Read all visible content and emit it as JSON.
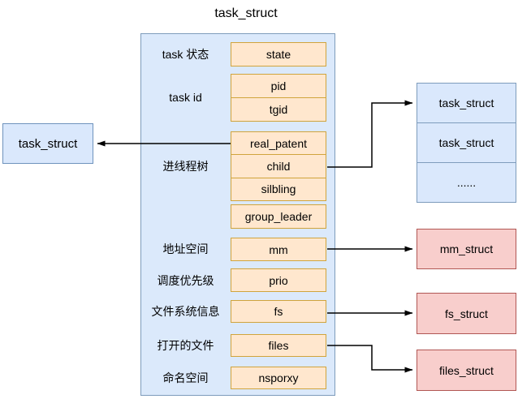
{
  "title": "task_struct",
  "left_node": {
    "label": "task_struct"
  },
  "main": {
    "rows": [
      {
        "label": "task 状态",
        "fields": [
          "state"
        ]
      },
      {
        "label": "task id",
        "fields": [
          "pid",
          "tgid"
        ]
      },
      {
        "label": "进线程树",
        "fields": [
          "real_patent",
          "child",
          "silbling",
          "group_leader"
        ]
      },
      {
        "label": "地址空间",
        "fields": [
          "mm"
        ]
      },
      {
        "label": "调度优先级",
        "fields": [
          "prio"
        ]
      },
      {
        "label": "文件系统信息",
        "fields": [
          "fs"
        ]
      },
      {
        "label": "打开的文件",
        "fields": [
          "files"
        ]
      },
      {
        "label": "命名空间",
        "fields": [
          "nsporxy"
        ]
      }
    ]
  },
  "right_list": {
    "cells": [
      "task_struct",
      "task_struct",
      "......"
    ]
  },
  "struct_nodes": {
    "mm": "mm_struct",
    "fs": "fs_struct",
    "files": "files_struct"
  },
  "colors": {
    "blue_fill": "#dae8fc",
    "blue_border": "#7e9cbc",
    "field_fill": "#ffe7ce",
    "field_border": "#d0a43c",
    "pink_fill": "#f8cecc",
    "pink_border": "#b15754",
    "arrow": "#000000"
  }
}
